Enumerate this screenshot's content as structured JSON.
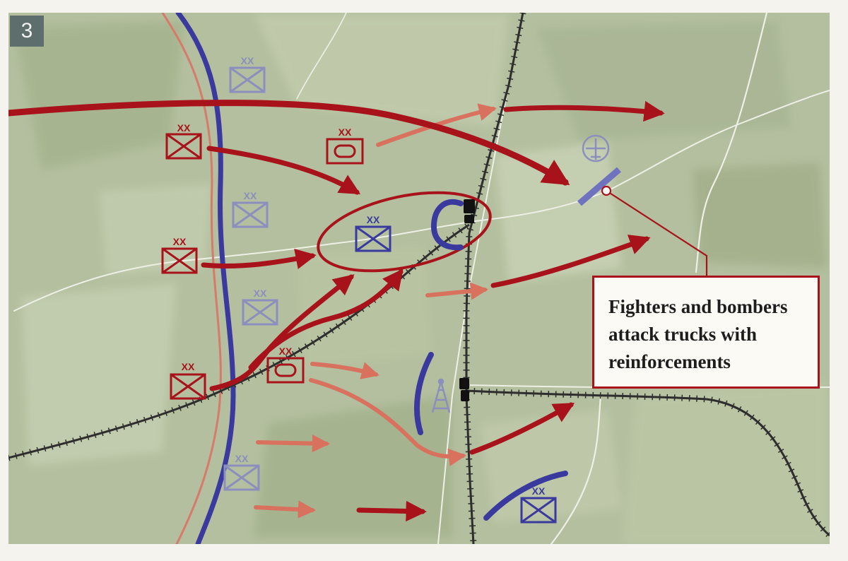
{
  "panel": {
    "number": "3"
  },
  "callout": {
    "text": "Fighters and bombers attack trucks with reinforcements"
  },
  "colors": {
    "terrain": "#b3bf9e",
    "axis_red": "#a8121a",
    "axis_red_faded": "#d9715f",
    "soviet_blue": "#3a3a9e",
    "soviet_blue_faded": "#8c8fbd",
    "railway": "#2e2e2e",
    "road": "#eef0e6"
  },
  "symbols": {
    "echelon": "XX",
    "unit_types": [
      "infantry-division",
      "panzer-division",
      "airfield",
      "radio-mast",
      "rail-station"
    ]
  }
}
